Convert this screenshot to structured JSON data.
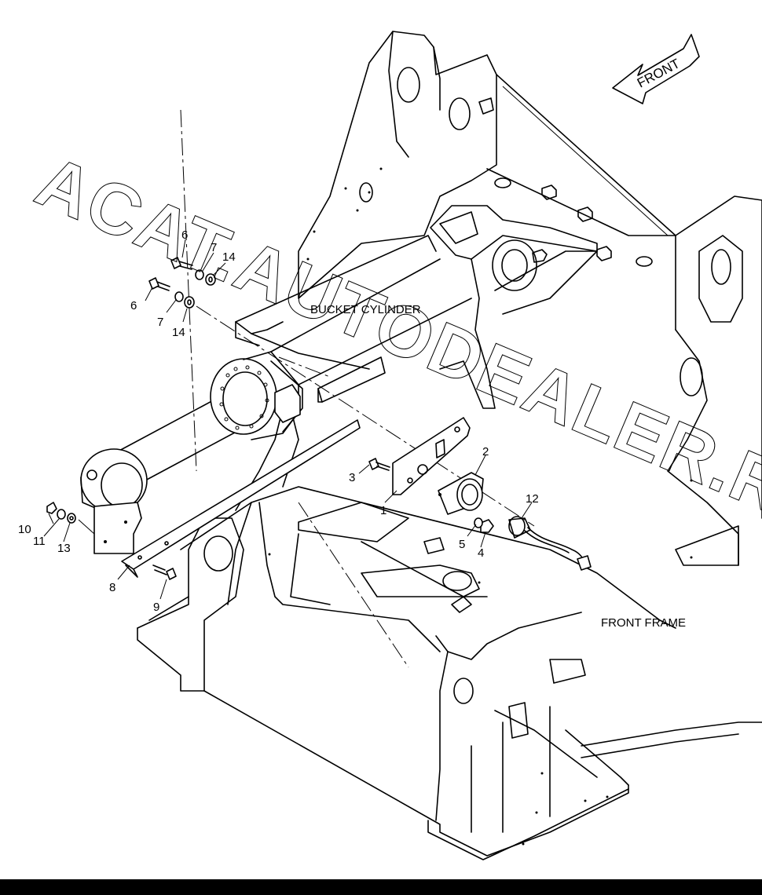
{
  "direction_label": "FRONT",
  "component_labels": {
    "bucket_cylinder": "BUCKET CYLINDER",
    "front_frame": "FRONT FRAME"
  },
  "watermark": "ACAT.AUTODEALER.RU",
  "callouts": [
    "1",
    "2",
    "3",
    "4",
    "5",
    "6",
    "6",
    "7",
    "7",
    "8",
    "9",
    "10",
    "11",
    "12",
    "13",
    "14",
    "14"
  ],
  "colors": {
    "line": "#000000",
    "background": "#ffffff",
    "bottom_bar": "#000000"
  }
}
